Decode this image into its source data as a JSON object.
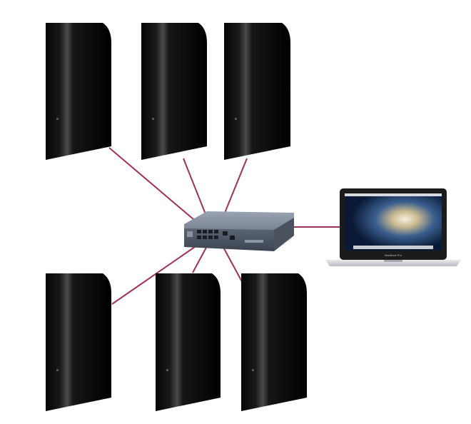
{
  "diagram": {
    "link_color": "#a0305a",
    "drive_color": "#0c0c0c",
    "switch_color": "#6b7585",
    "drives": [
      {
        "name": "drive-top-left"
      },
      {
        "name": "drive-top-middle"
      },
      {
        "name": "drive-top-right"
      },
      {
        "name": "drive-bottom-left"
      },
      {
        "name": "drive-bottom-middle"
      },
      {
        "name": "drive-bottom-right"
      }
    ],
    "switch": {
      "name": "network-switch"
    },
    "laptop": {
      "name": "laptop",
      "screen_caption": "MacBook Pro"
    }
  }
}
